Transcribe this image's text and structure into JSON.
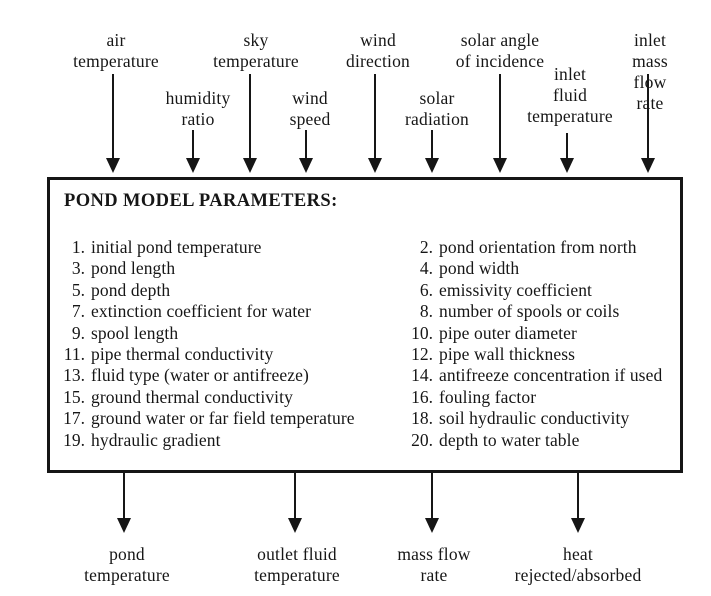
{
  "diagram": {
    "title": "POND MODEL PARAMETERS:",
    "colors": {
      "ink": "#161616",
      "background": "#ffffff"
    },
    "inputs": [
      {
        "label": "air\ntemperature"
      },
      {
        "label": "humidity\nratio"
      },
      {
        "label": "sky\ntemperature"
      },
      {
        "label": "wind\nspeed"
      },
      {
        "label": "wind\ndirection"
      },
      {
        "label": "solar\nradiation"
      },
      {
        "label": "solar angle\nof incidence"
      },
      {
        "label": "inlet\nfluid\ntemperature"
      },
      {
        "label": "inlet mass\nflow rate"
      }
    ],
    "outputs": [
      {
        "label": "pond\ntemperature"
      },
      {
        "label": "outlet fluid\ntemperature"
      },
      {
        "label": "mass flow\nrate"
      },
      {
        "label": "heat\nrejected/absorbed"
      }
    ],
    "parameters_left": [
      {
        "num": "1.",
        "text": "initial pond temperature"
      },
      {
        "num": "3.",
        "text": "pond length"
      },
      {
        "num": "5.",
        "text": "pond depth"
      },
      {
        "num": "7.",
        "text": "extinction coefficient for water"
      },
      {
        "num": "9.",
        "text": "spool length"
      },
      {
        "num": "11.",
        "text": "pipe thermal conductivity"
      },
      {
        "num": "13.",
        "text": "fluid type (water or antifreeze)"
      },
      {
        "num": "15.",
        "text": "ground thermal conductivity"
      },
      {
        "num": "17.",
        "text": "ground water or far field temperature"
      },
      {
        "num": "19.",
        "text": "hydraulic gradient"
      }
    ],
    "parameters_right": [
      {
        "num": "2.",
        "text": "pond orientation from north"
      },
      {
        "num": "4.",
        "text": "pond width"
      },
      {
        "num": "6.",
        "text": "emissivity coefficient"
      },
      {
        "num": "8.",
        "text": "number of spools or coils"
      },
      {
        "num": "10.",
        "text": "pipe outer diameter"
      },
      {
        "num": "12.",
        "text": "pipe wall thickness"
      },
      {
        "num": "14.",
        "text": "antifreeze concentration if used"
      },
      {
        "num": "16.",
        "text": "fouling factor"
      },
      {
        "num": "18.",
        "text": "soil hydraulic conductivity"
      },
      {
        "num": "20.",
        "text": "depth to water table"
      }
    ]
  }
}
